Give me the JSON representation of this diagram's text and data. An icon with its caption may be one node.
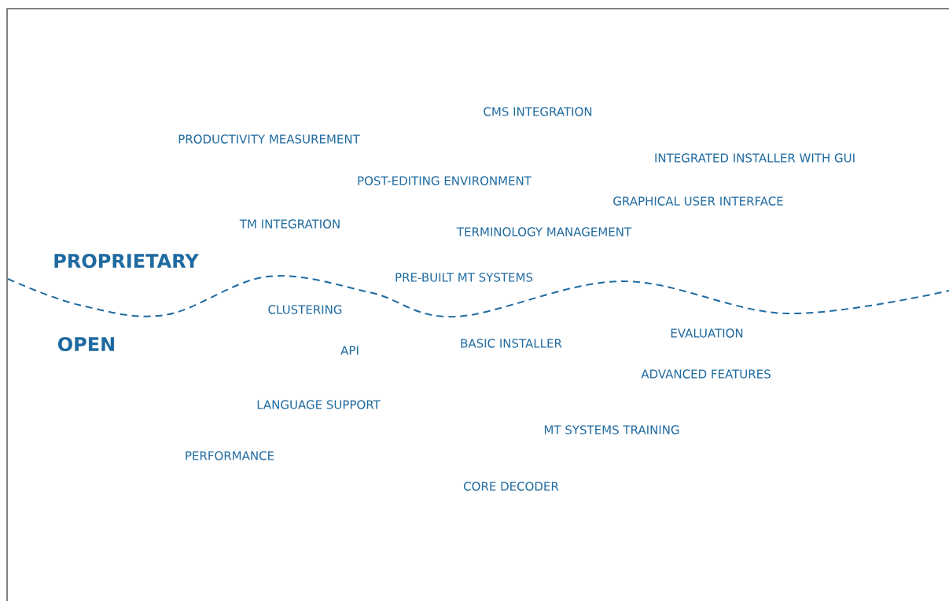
{
  "diagram": {
    "labels": [
      "CMS INTEGRATION",
      "PRODUCTIVITY MEASUREMENT",
      "INTEGRATED INSTALLER WITH GUI",
      "POST-EDITING ENVIRONMENT",
      "GRAPHICAL USER INTERFACE",
      "TM INTEGRATION",
      "TERMINOLOGY MANAGEMENT",
      "PROPRIETARY",
      "PRE-BUILT MT SYSTEMS",
      "CLUSTERING",
      "OPEN",
      "API",
      "BASIC INSTALLER",
      "EVALUATION",
      "ADVANCED FEATURES",
      "LANGUAGE SUPPORT",
      "MT SYSTEMS TRAINING",
      "PERFORMANCE",
      "CORE DECODER"
    ]
  }
}
